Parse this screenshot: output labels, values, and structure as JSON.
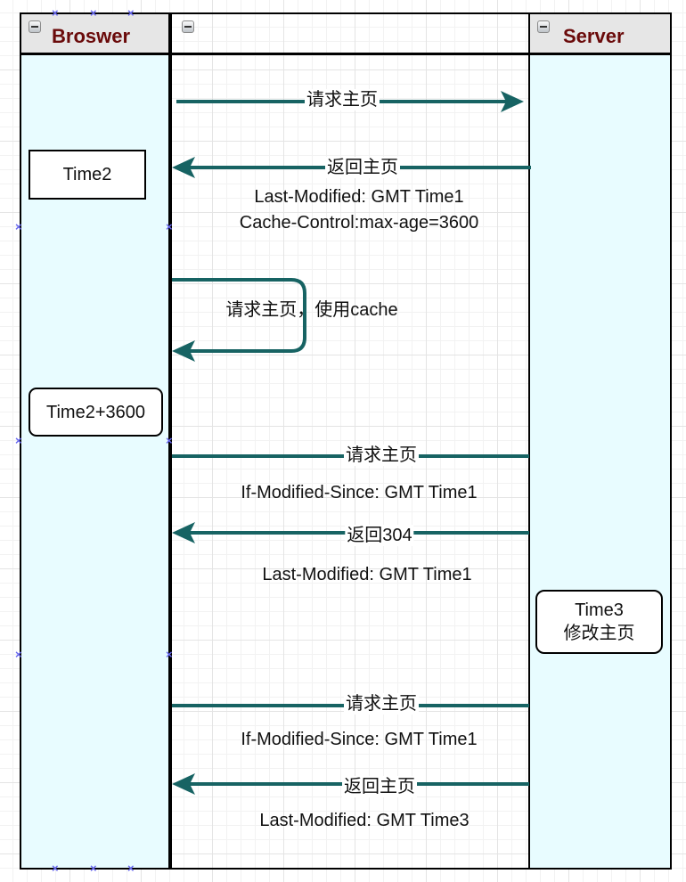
{
  "diagram": {
    "type": "sequence",
    "colors": {
      "arrow": "#176363",
      "lane_fill": "#e8fcff",
      "header_fill": "#e6e6e6",
      "header_text": "#6a0a0a",
      "selection_marker": "#6666ee"
    },
    "lanes": [
      {
        "id": "browser",
        "title": "Broswer",
        "icon": "collapse-icon"
      },
      {
        "id": "middle",
        "title": "",
        "icon": "collapse-icon"
      },
      {
        "id": "server",
        "title": "Server",
        "icon": "collapse-icon"
      }
    ],
    "notes": {
      "time2": "Time2",
      "time2_plus": "Time2+3600",
      "time3_line1": "Time3",
      "time3_line2": "修改主页"
    },
    "messages": [
      {
        "from": "browser",
        "to": "server",
        "label": "请求主页",
        "details": []
      },
      {
        "from": "server",
        "to": "browser",
        "label": "返回主页",
        "details": [
          "Last-Modified: GMT Time1",
          "Cache-Control:max-age=3600"
        ]
      },
      {
        "from": "browser",
        "to": "browser",
        "label": "请求主页，使用cache",
        "details": []
      },
      {
        "from": "browser",
        "to": "server",
        "label": "请求主页",
        "details": [
          "If-Modified-Since: GMT Time1"
        ]
      },
      {
        "from": "server",
        "to": "browser",
        "label": "返回304",
        "details": [
          "Last-Modified: GMT Time1"
        ]
      },
      {
        "from": "browser",
        "to": "server",
        "label": "请求主页",
        "details": [
          "If-Modified-Since: GMT Time1"
        ]
      },
      {
        "from": "server",
        "to": "browser",
        "label": "返回主页",
        "details": [
          "Last-Modified: GMT Time3"
        ]
      }
    ]
  }
}
